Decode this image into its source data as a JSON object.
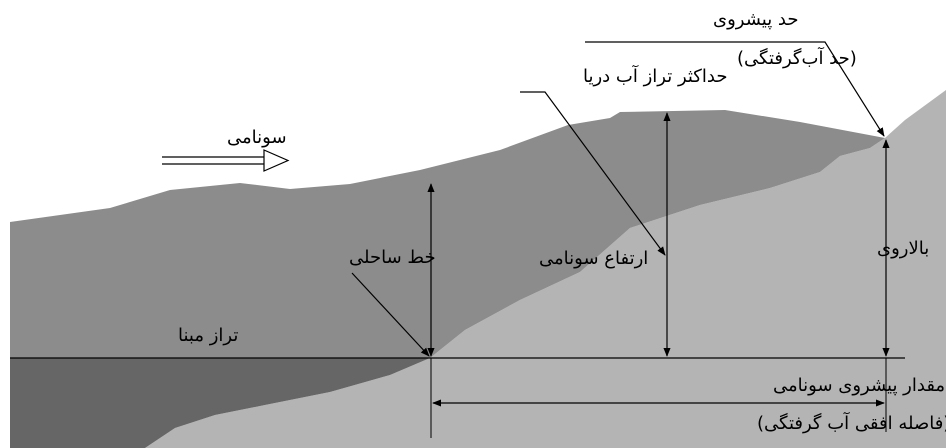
{
  "diagram": {
    "labels": {
      "inundation_limit": "حد پیشروی",
      "inundation_limit_paren": "(حد آب‌گرفتگی)",
      "max_sea_level": "حداکثر تراز آب دریا",
      "tsunami": "سونامی",
      "tsunami_height": "ارتفاع سونامی",
      "shoreline": "خط ساحلی",
      "runup": "بالاروی",
      "datum": "تراز مبنا",
      "inundation_distance": "مقدار پیشروی سونامی",
      "inundation_distance_paren": "(فاصله افقی آب گرفتگی)"
    },
    "colors": {
      "background": "#ffffff",
      "land": "#b4b4b4",
      "flood_water": "#8c8c8c",
      "sea_below_datum": "#666666",
      "line": "#000000"
    }
  }
}
